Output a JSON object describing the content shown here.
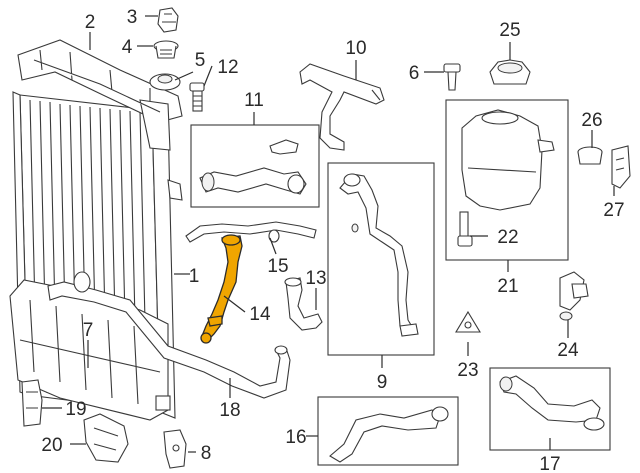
{
  "callouts": [
    {
      "id": "p1",
      "text": "1"
    },
    {
      "id": "p2",
      "text": "2"
    },
    {
      "id": "p3",
      "text": "3"
    },
    {
      "id": "p4",
      "text": "4"
    },
    {
      "id": "p5",
      "text": "5"
    },
    {
      "id": "p6",
      "text": "6"
    },
    {
      "id": "p7",
      "text": "7"
    },
    {
      "id": "p8",
      "text": "8"
    },
    {
      "id": "p9",
      "text": "9"
    },
    {
      "id": "p10",
      "text": "10"
    },
    {
      "id": "p11",
      "text": "11"
    },
    {
      "id": "p12",
      "text": "12"
    },
    {
      "id": "p13",
      "text": "13"
    },
    {
      "id": "p14",
      "text": "14"
    },
    {
      "id": "p15",
      "text": "15"
    },
    {
      "id": "p16",
      "text": "16"
    },
    {
      "id": "p17",
      "text": "17"
    },
    {
      "id": "p18",
      "text": "18"
    },
    {
      "id": "p19",
      "text": "19"
    },
    {
      "id": "p20",
      "text": "20"
    },
    {
      "id": "p21",
      "text": "21"
    },
    {
      "id": "p22",
      "text": "22"
    },
    {
      "id": "p23",
      "text": "23"
    },
    {
      "id": "p24",
      "text": "24"
    },
    {
      "id": "p25",
      "text": "25"
    },
    {
      "id": "p26",
      "text": "26"
    },
    {
      "id": "p27",
      "text": "27"
    }
  ],
  "highlight_color": "#f0a500",
  "line_color": "#3a3a3a"
}
